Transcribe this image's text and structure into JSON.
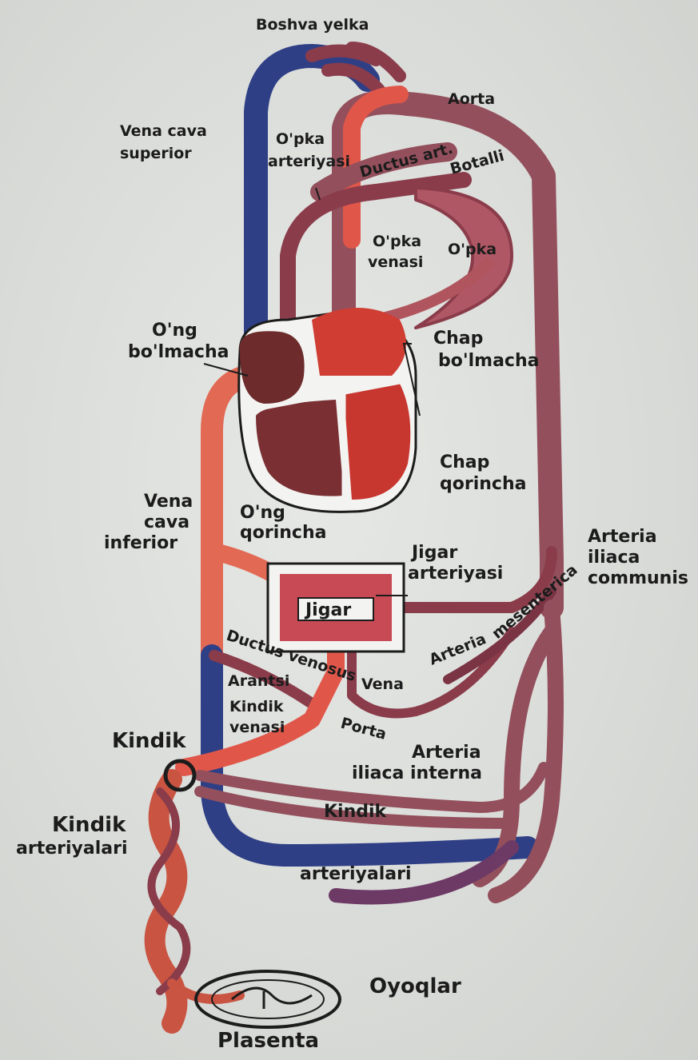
{
  "labels": {
    "head_arms": "Boshva yelka",
    "aorta": "Aorta",
    "vena_cava_superior_1": "Vena cava",
    "vena_cava_superior_2": "superior",
    "lung_artery_1": "O'pka",
    "lung_artery_2": "arteriyasi",
    "ductus_art": "Ductus art.",
    "botalli": "Botalli",
    "lung_vein_1": "O'pka",
    "lung_vein_2": "venasi",
    "lung": "O'pka",
    "right_atrium_1": "O'ng",
    "right_atrium_2": "bo'lmacha",
    "left_atrium_1": "Chap",
    "left_atrium_2": "bo'lmacha",
    "left_ventricle_1": "Chap",
    "left_ventricle_2": "qorincha",
    "vena_cava_inferior_1": "Vena",
    "vena_cava_inferior_2": "cava",
    "vena_cava_inferior_3": "inferior",
    "right_ventricle_1": "O'ng",
    "right_ventricle_2": "qorincha",
    "liver_artery_1": "Jigar",
    "liver_artery_2": "arteriyasi",
    "arteria_iliaca_communis_1": "Arteria",
    "arteria_iliaca_communis_2": "iliaca",
    "arteria_iliaca_communis_3": "communis",
    "liver": "Jigar",
    "ductus_venosus": "Ductus venosus",
    "arteria_mesenterica_1": "Arteria",
    "arteria_mesenterica_2": "mesenterica",
    "arantsi": "Arantsi",
    "umbilical_vein_1": "Kindik",
    "umbilical_vein_2": "venasi",
    "vena_porta_1": "Vena",
    "vena_porta_2": "Porta",
    "umbilicus": "Kindik",
    "arteria_iliaca_interna_1": "Arteria",
    "arteria_iliaca_interna_2": "iliaca interna",
    "umbilical_arteries_left_1": "Kindik",
    "umbilical_arteries_left_2": "arteriyalari",
    "umbilical_arteries_right_1": "Kindik",
    "umbilical_arteries_right_2": "arteriyalari",
    "legs": "Oyoqlar",
    "placenta": "Plasenta"
  },
  "colors": {
    "oxygenated": "#e0574a",
    "deoxygenated": "#2f3f86",
    "mixed": "#93505c",
    "heart_right": "#6d2b2b",
    "heart_left": "#cf3d33"
  }
}
